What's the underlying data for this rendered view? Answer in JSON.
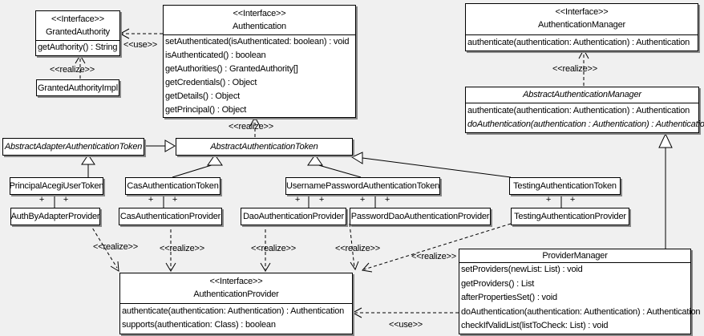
{
  "diagram": {
    "background_color": "#f0f0f0",
    "box_fill": "#ffffff",
    "line_color": "#000000",
    "shadow_color": "#888888"
  },
  "labels": {
    "use": "<<use>>",
    "realize": "<<realize>>",
    "plus": "+"
  },
  "classes": {
    "granted_authority": {
      "stereotype": "<<Interface>>",
      "name": "GrantedAuthority",
      "methods": [
        "getAuthority() : String"
      ]
    },
    "granted_authority_impl": {
      "name": "GrantedAuthorityImpl"
    },
    "authentication": {
      "stereotype": "<<Interface>>",
      "name": "Authentication",
      "methods": [
        "setAuthenticated(isAuthenticated: boolean) : void",
        "isAuthenticated() : boolean",
        "getAuthorities() : GrantedAuthority[]",
        "getCredentials() : Object",
        "getDetails() : Object",
        "getPrincipal() : Object"
      ]
    },
    "authentication_manager": {
      "stereotype": "<<Interface>>",
      "name": "AuthenticationManager",
      "methods": [
        "authenticate(authentication: Authentication) : Authentication"
      ]
    },
    "abstract_authentication_manager": {
      "name": "AbstractAuthenticationManager",
      "abstract": true,
      "methods": [
        "authenticate(authentication: Authentication) : Authentication",
        "doAuthentication(authentication : Authentication) : Authentication"
      ]
    },
    "abstract_adapter_authentication_token": {
      "name": "AbstractAdapterAuthenticationToken",
      "abstract": true
    },
    "abstract_authentication_token": {
      "name": "AbstractAuthenticationToken",
      "abstract": true
    },
    "principal_acegi_user_token": {
      "name": "PrincipalAcegiUserToken"
    },
    "cas_authentication_token": {
      "name": "CasAuthenticationToken"
    },
    "username_password_authentication_token": {
      "name": "UsernamePasswordAuthenticationToken"
    },
    "testing_authentication_token": {
      "name": "TestingAuthenticationToken"
    },
    "auth_by_adapter_provider": {
      "name": "AuthByAdapterProvider"
    },
    "cas_authentication_provider": {
      "name": "CasAuthenticationProvider"
    },
    "dao_authentication_provider": {
      "name": "DaoAuthenticationProvider"
    },
    "password_dao_authentication_provider": {
      "name": "PasswordDaoAuthenticationProvider"
    },
    "testing_authentication_provider": {
      "name": "TestingAuthenticationProvider"
    },
    "authentication_provider": {
      "stereotype": "<<Interface>>",
      "name": "AuthenticationProvider",
      "methods": [
        "authenticate(authentication: Authentication) : Authentication",
        "supports(authentication: Class) : boolean"
      ]
    },
    "provider_manager": {
      "name": "ProviderManager",
      "methods": [
        "setProviders(newList: List) : void",
        "getProviders() : List",
        "afterPropertiesSet() : void",
        "doAuthentication(authentication: Authentication) : Authentication",
        "checkIfValidList(listToCheck: List) : void"
      ]
    }
  }
}
